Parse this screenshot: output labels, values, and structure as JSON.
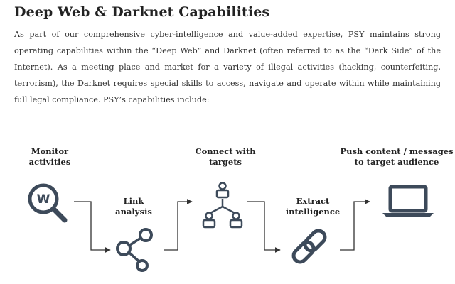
{
  "document": {
    "title": "Deep Web & Darknet Capabilities",
    "intro": "As part of our comprehensive cyber-intelligence and value-added expertise, PSY maintains strong operating capabilities within the “Deep Web” and Darknet (often referred to as the “Dark Side” of the Internet). As a meeting place and market for a variety of illegal activities (hacking, counterfeiting, terrorism), the Darknet requires special skills to access, navigate and operate within while maintaining full legal compliance. PSY’s capabilities include:"
  },
  "steps": [
    {
      "line1": "Monitor",
      "line2": "activities",
      "icon": "magnifier-w-icon"
    },
    {
      "line1": "Link",
      "line2": "analysis",
      "icon": "share-nodes-icon"
    },
    {
      "line1": "Connect with",
      "line2": "targets",
      "icon": "people-network-icon"
    },
    {
      "line1": "Extract",
      "line2": "intelligence",
      "icon": "chain-link-icon"
    },
    {
      "line1": "Push content / messages",
      "line2": "to target audience",
      "icon": "laptop-icon"
    }
  ],
  "icon_text": {
    "magnifier_letter": "W"
  },
  "colors": {
    "icon": "#3d4a5a",
    "text": "#2b2b2b"
  }
}
